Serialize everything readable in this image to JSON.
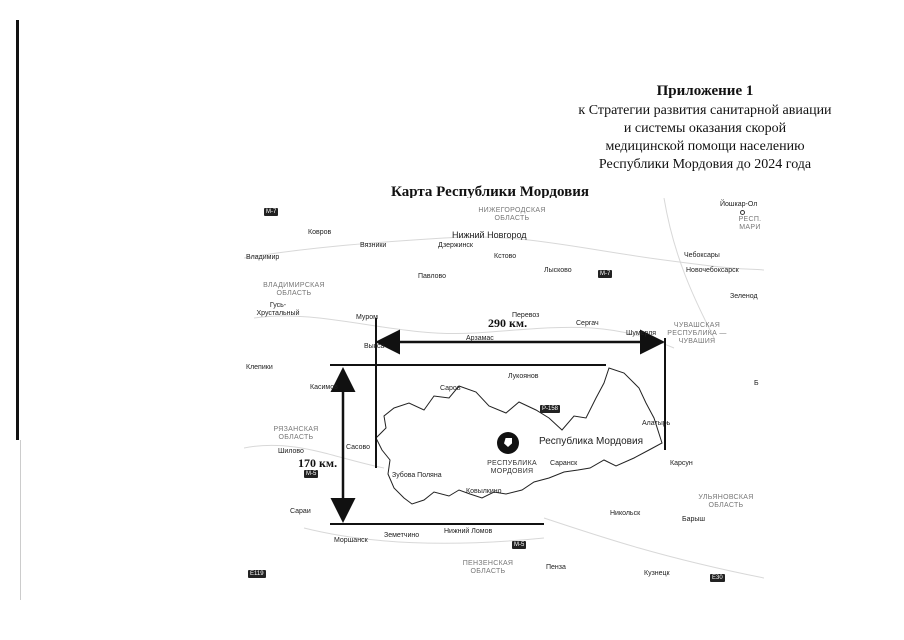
{
  "appendix": {
    "title": "Приложение 1",
    "lines": [
      "к Стратегии развития санитарной авиации",
      "и системы оказания скорой",
      "медицинской помощи населению",
      "Республики Мордовия до 2024 года"
    ]
  },
  "map_title": "Карта Республики Мордовия",
  "distances": {
    "horizontal": "290 км.",
    "vertical": "170 км."
  },
  "highways": {
    "m7_a": "M-7",
    "m7_b": "M-7",
    "m5_a": "M-5",
    "m5_b": "M-5",
    "p158": "P-158",
    "e119": "E119",
    "e30": "E30"
  },
  "regions": {
    "nizhegorod": "НИЖЕГОРОДСКАЯ ОБЛАСТЬ",
    "vladimir": "ВЛАДИМИРСКАЯ ОБЛАСТЬ",
    "chuvash": "ЧУВАШСКАЯ РЕСПУБЛИКА — ЧУВАШИЯ",
    "ryazan": "РЯЗАНСКАЯ ОБЛАСТЬ",
    "ulyanovsk": "УЛЬЯНОВСКАЯ ОБЛАСТЬ",
    "penza": "ПЕНЗЕНСКАЯ ОБЛАСТЬ",
    "mordovia": "РЕСПУБЛИКА МОРДОВИЯ",
    "mari": "РЕСП. МАРИ"
  },
  "marker_label": "Республика Мордовия",
  "cities": {
    "yoshkar_ola": "Йошкар-Ол",
    "kovrov": "Ковров",
    "nizhny": "Нижний Новгород",
    "vyazniki": "Вязники",
    "dzerzhinsk": "Дзержинск",
    "cheboksary": "Чебоксары",
    "vladimir": "Владимир",
    "kstovo": "Кстово",
    "novocheb": "Новочебоксарск",
    "pavlovo": "Павлово",
    "lyskovo": "Лысково",
    "zelenodolsk": "Зеленод",
    "gus": "Гусь-Хрустальный",
    "murom": "Муром",
    "perevoz": "Перевоз",
    "sergach": "Сергач",
    "shumerlya": "Шумерля",
    "vyksa": "Выкса",
    "arzamas": "Арзамас",
    "kasimov": "Касимов",
    "sarov": "Саров",
    "lukoyanov": "Лукоянов",
    "alatyr": "Алатырь",
    "kleniki": "Клепики",
    "sasovo": "Сасово",
    "shilovo": "Шилово",
    "saransk": "Саранск",
    "karsun": "Карсун",
    "zubova": "Зубова Поляна",
    "kovylkino": "Ковылкино",
    "nikolsk": "Никольск",
    "barysh": "Барыш",
    "sarai": "Сараи",
    "morshansk": "Моршанск",
    "zemetchino": "Земетчино",
    "nlomov": "Нижний Ломов",
    "penza": "Пенза",
    "kuzneck": "Кузнецк",
    "b_edge": "Б"
  }
}
